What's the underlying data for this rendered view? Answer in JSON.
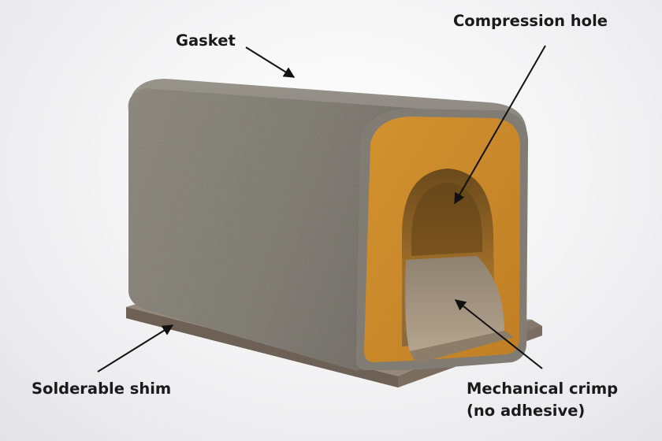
{
  "labels": {
    "gasket": "Gasket",
    "compression_hole": "Compression hole",
    "solderable_shim": "Solderable shim",
    "mechanical_crimp_line1": "Mechanical crimp",
    "mechanical_crimp_line2": "(no adhesive)"
  },
  "colors": {
    "background": "#ececee",
    "gasket_surface": "#8f8b82",
    "gasket_top": "#9e9a92",
    "core_orange": "#c98a2e",
    "shim": "#86776a",
    "crimp_metal": "#a59683",
    "arrow": "#111111"
  }
}
